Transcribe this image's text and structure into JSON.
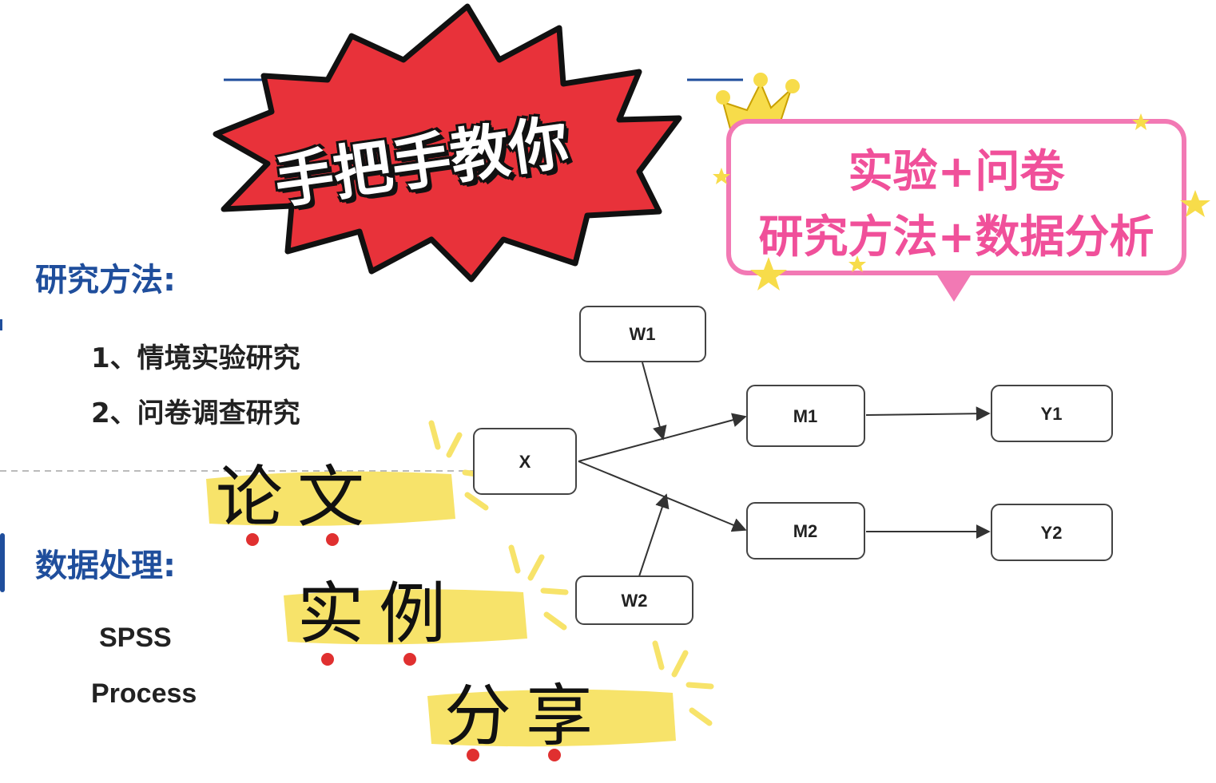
{
  "banner": {
    "text": "手把手教你",
    "fill": "#e8323a"
  },
  "callout": {
    "line1": "实验+问卷",
    "line2": "研究方法+数据分析",
    "color": "#f0509a"
  },
  "methods": {
    "heading": "研究方法:",
    "items": [
      "1、情境实验研究",
      "2、问卷调查研究"
    ]
  },
  "processing": {
    "heading": "数据处理:",
    "tools": [
      "SPSS",
      "Process"
    ]
  },
  "stickers": [
    "论文",
    "实例",
    "分享"
  ],
  "diagram": {
    "nodes": {
      "w1": "W1",
      "x": "X",
      "m1": "M1",
      "y1": "Y1",
      "m2": "M2",
      "y2": "Y2",
      "w2": "W2"
    }
  },
  "colors": {
    "heading": "#1f4e9c",
    "highlight": "#f7e36a",
    "dot": "#e03030"
  }
}
